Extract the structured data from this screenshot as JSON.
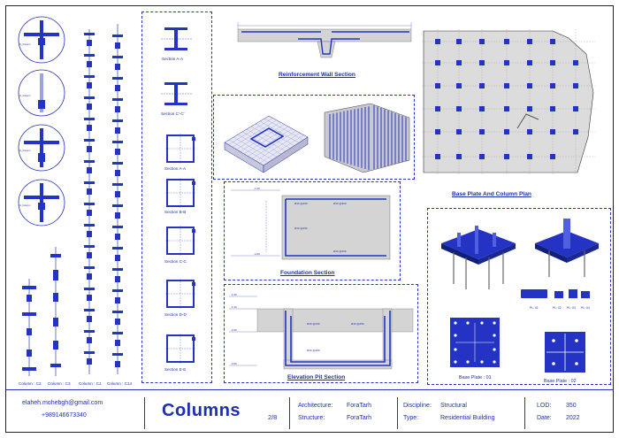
{
  "sheet": {
    "panels": {
      "reinforcement_wall": "Reinforcement Wall Section",
      "base_plate_plan": "Base Plate And Column Plan",
      "foundation": "Foundation Section",
      "elevation_pit": "Elevation Pit Section",
      "base_plate_01": "Base Plate : 01",
      "base_plate_02": "Base Plate : 02"
    },
    "sections": [
      "Section A-A",
      "Section C'-C'",
      "Section A-A",
      "Section B-B",
      "Section C-C",
      "Section D-D",
      "Section E-E"
    ],
    "columns": [
      "Column : C2",
      "Column : C3",
      "Column : C1",
      "Column : C14"
    ],
    "plates_small": [
      "PL: 01",
      "PL: 02",
      "PL: 03",
      "PL: 04"
    ]
  },
  "title_block": {
    "email": "elaheh.mohebgh@gmail.com",
    "phone": "+989146673340",
    "title": "Columns",
    "page": "2/8",
    "architecture_label": "Architecture:",
    "architecture_value": "ForaTarh",
    "structure_label": "Structure:",
    "structure_value": "ForaTarh",
    "discipline_label": "Discipline:",
    "discipline_value": "Structural",
    "type_label": "Type:",
    "type_value": "Residential Building",
    "lod_label": "LOD:",
    "lod_value": "350",
    "date_label": "Date:",
    "date_value": "2022"
  },
  "colors": {
    "accent": "#1e2fb0",
    "fill": "#2433c4",
    "concrete": "#d4d4d4"
  }
}
